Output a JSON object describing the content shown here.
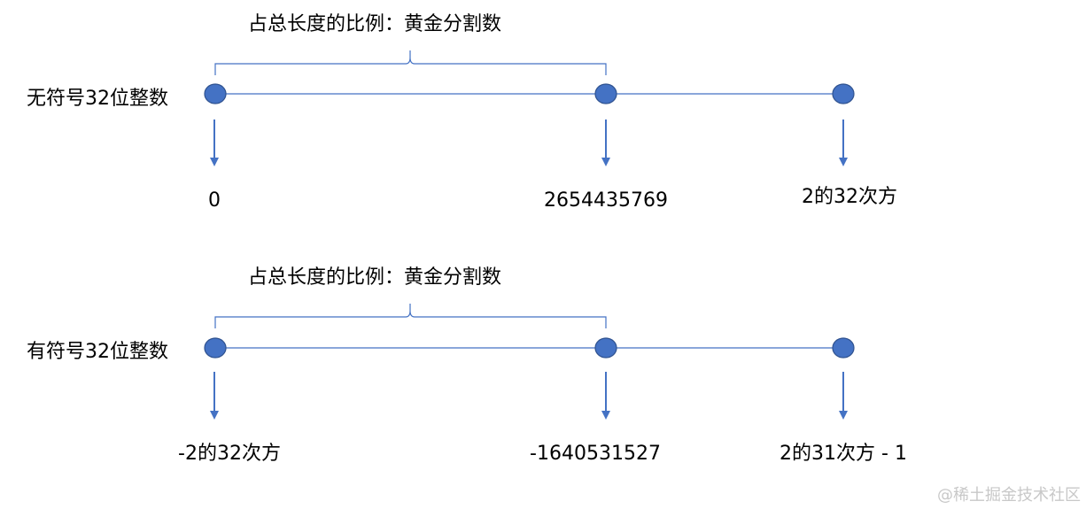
{
  "colors": {
    "accent": "#4472c4",
    "point_fill": "#4472c4",
    "point_stroke": "#2f528f",
    "text": "#000000",
    "watermark": "#c8c8c8"
  },
  "sections": [
    {
      "row_label": "无符号32位整数",
      "brace_label": "占总长度的比例：黄金分割数",
      "points": [
        {
          "value_label": "0"
        },
        {
          "value_label": "2654435769"
        },
        {
          "value_label": "2的32次方"
        }
      ]
    },
    {
      "row_label": "有符号32位整数",
      "brace_label": "占总长度的比例：黄金分割数",
      "points": [
        {
          "value_label": "-2的32次方"
        },
        {
          "value_label": "-1640531527"
        },
        {
          "value_label": "2的31次方 - 1"
        }
      ]
    }
  ],
  "watermark": "@稀土掘金技术社区"
}
